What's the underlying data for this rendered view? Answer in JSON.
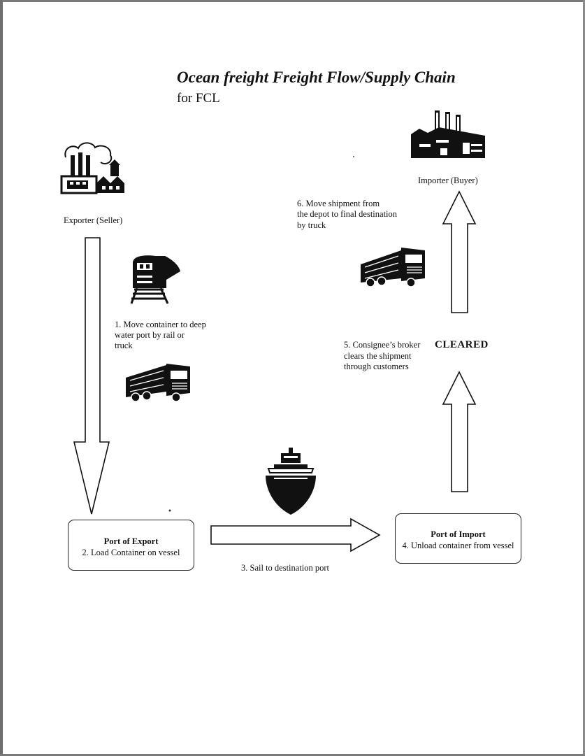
{
  "title": "Ocean freight Freight Flow/Supply Chain",
  "subtitle": "for FCL",
  "exporter_label": "Exporter (Seller)",
  "importer_label": "Importer (Buyer)",
  "step1": [
    "1.  Move container to deep",
    "water port  by rail or",
    "truck"
  ],
  "step3": "3. Sail to destination port",
  "step5": [
    "5. Consignee’s broker",
    "clears the shipment",
    "through customers"
  ],
  "step6": [
    "6. Move shipment from",
    " the depot to final  destination",
    " by truck"
  ],
  "cleared": "CLEARED",
  "port_export": {
    "head": "Port of Export",
    "text": "2. Load Container on vessel"
  },
  "port_import": {
    "head": "Port of Import",
    "text": "4. Unload container from vessel"
  },
  "icons": [
    "exporter-factory-icon",
    "importer-factory-icon",
    "train-icon",
    "truck-icon",
    "ship-icon"
  ]
}
